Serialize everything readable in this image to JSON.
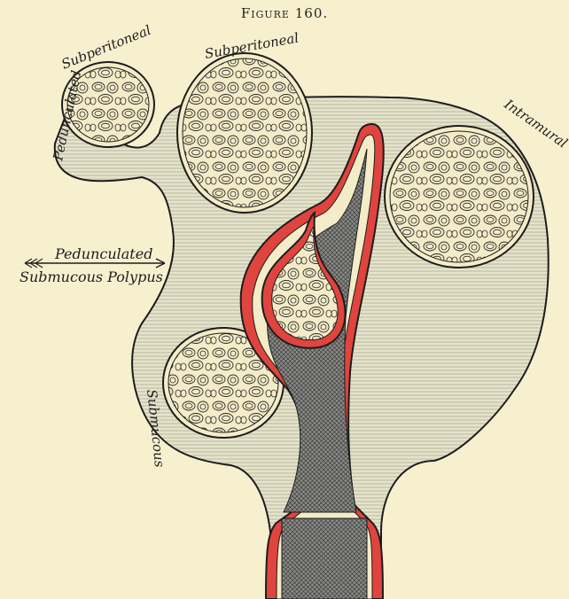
{
  "figure": {
    "title": "Figure 160."
  },
  "labels": {
    "pedunculated_subperitoneal_1": "Pedunculated",
    "pedunculated_subperitoneal_2": "Subperitoneal",
    "subperitoneal": "Subperitoneal",
    "intramural": "Intramural",
    "polypus_line1": "Pedunculated",
    "polypus_line2": "Submucous Polypus",
    "submucous": "Submucous"
  },
  "colors": {
    "paper": "#f7f0cf",
    "tissue": "#e2e0c9",
    "ink": "#1d1d1d",
    "mucosa": "#e0443e",
    "cavity": "#6e6e6e"
  }
}
